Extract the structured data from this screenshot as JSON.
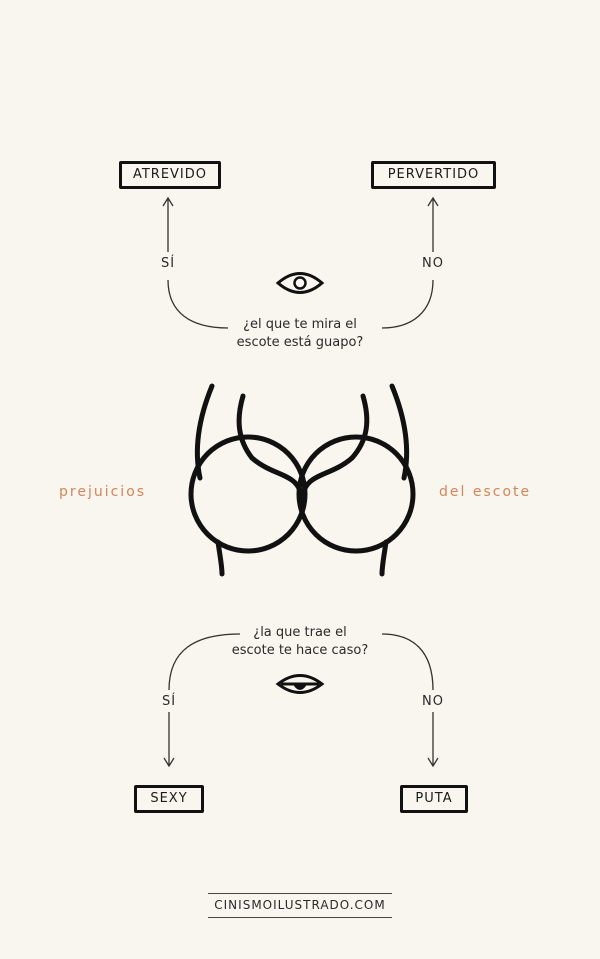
{
  "top": {
    "left_result": "ATREVIDO",
    "right_result": "PERVERTIDO",
    "yes_label": "SÍ",
    "no_label": "NO",
    "question_line1": "¿el que te mira el",
    "question_line2": "escote está guapo?"
  },
  "center": {
    "left_text": "prejuicios",
    "right_text": "del escote"
  },
  "bottom": {
    "question_line1": "¿la que trae el",
    "question_line2": "escote te hace caso?",
    "yes_label": "SÍ",
    "no_label": "NO",
    "left_result": "SEXY",
    "right_result": "PUTA"
  },
  "credit": "CINISMOILUSTRADO.COM",
  "colors": {
    "background": "#f8f6ee",
    "ink": "#111111",
    "accent": "#d4855a"
  }
}
